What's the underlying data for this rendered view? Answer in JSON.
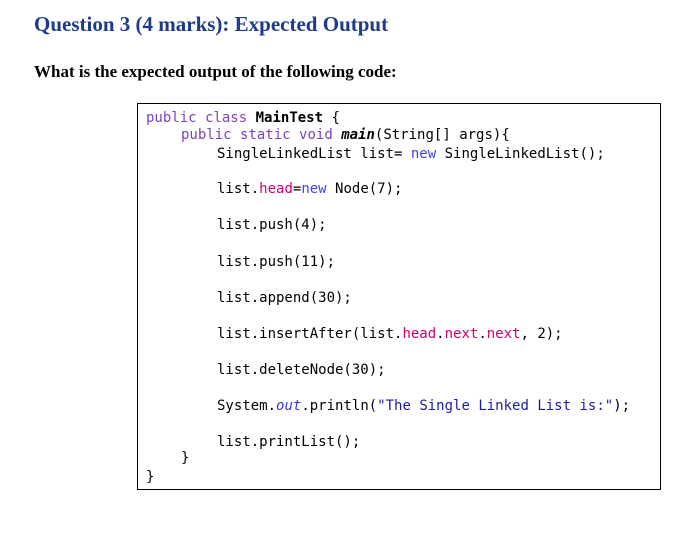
{
  "question": {
    "title": "Question 3 (4 marks): Expected Output",
    "prompt": "What is the expected output of the following code:"
  },
  "code": {
    "line1": {
      "kw_public": "public",
      "kw_class": "class",
      "class_name": "MainTest",
      "brace": " {"
    },
    "line2": {
      "kw_public": "public",
      "kw_static": "static",
      "kw_void": "void",
      "method": "main",
      "params": "(String[] args){"
    },
    "line3": {
      "type_decl": "SingleLinkedList list= ",
      "kw_new": "new",
      "ctor": " SingleLinkedList();"
    },
    "line4": {
      "obj": "list.",
      "field_head": "head",
      "eq": "=",
      "kw_new": "new",
      "rest": " Node(7);"
    },
    "line5": {
      "text": "list.push(4);"
    },
    "line6": {
      "text": "list.push(11);"
    },
    "line7": {
      "text": "list.append(30);"
    },
    "line8": {
      "pre": "list.insertAfter(list.",
      "field_head": "head",
      "dot1": ".",
      "field_next1": "next",
      "dot2": ".",
      "field_next2": "next",
      "post": ", 2);"
    },
    "line9": {
      "text": "list.deleteNode(30);"
    },
    "line10": {
      "pre": "System.",
      "field_out": "out",
      "mid": ".println(",
      "str": "\"The Single Linked List is:\"",
      "post": ");"
    },
    "line11": {
      "text": "list.printList();"
    },
    "close_method": "}",
    "close_class": "}"
  }
}
